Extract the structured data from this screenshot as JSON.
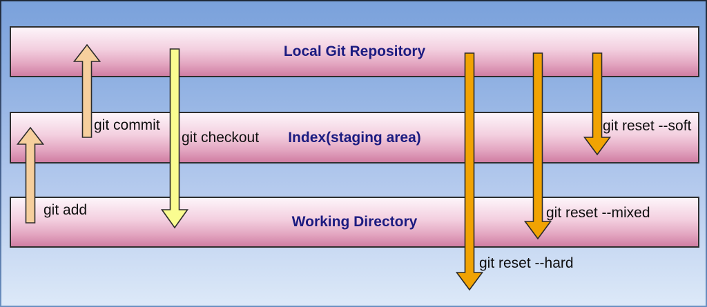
{
  "diagram": {
    "rows": [
      {
        "label": "Local Git Repository"
      },
      {
        "label": "Index(staging area)"
      },
      {
        "label": "Working Directory"
      }
    ],
    "arrows": {
      "commit": {
        "label": "git commit",
        "direction": "up",
        "color": "#f6cf9d"
      },
      "add": {
        "label": "git add",
        "direction": "up",
        "color": "#f6cf9d"
      },
      "checkout": {
        "label": "git checkout",
        "direction": "down",
        "color": "#fafc90"
      },
      "reset_soft": {
        "label": "git reset --soft",
        "direction": "down",
        "color": "#f1a303"
      },
      "reset_mixed": {
        "label": "git reset --mixed",
        "direction": "down",
        "color": "#f1a303"
      },
      "reset_hard": {
        "label": "git reset --hard",
        "direction": "down",
        "color": "#f1a303"
      }
    },
    "colors": {
      "row_title_text": "#1b1b80",
      "label_text": "#0f0f0f",
      "row_fill_top": "#fdf5fa",
      "row_fill_bottom": "#d07ea3",
      "background_top": "#7aa1db",
      "background_bottom": "#dde9f8",
      "arrow_outline": "#2b2b2b"
    }
  }
}
